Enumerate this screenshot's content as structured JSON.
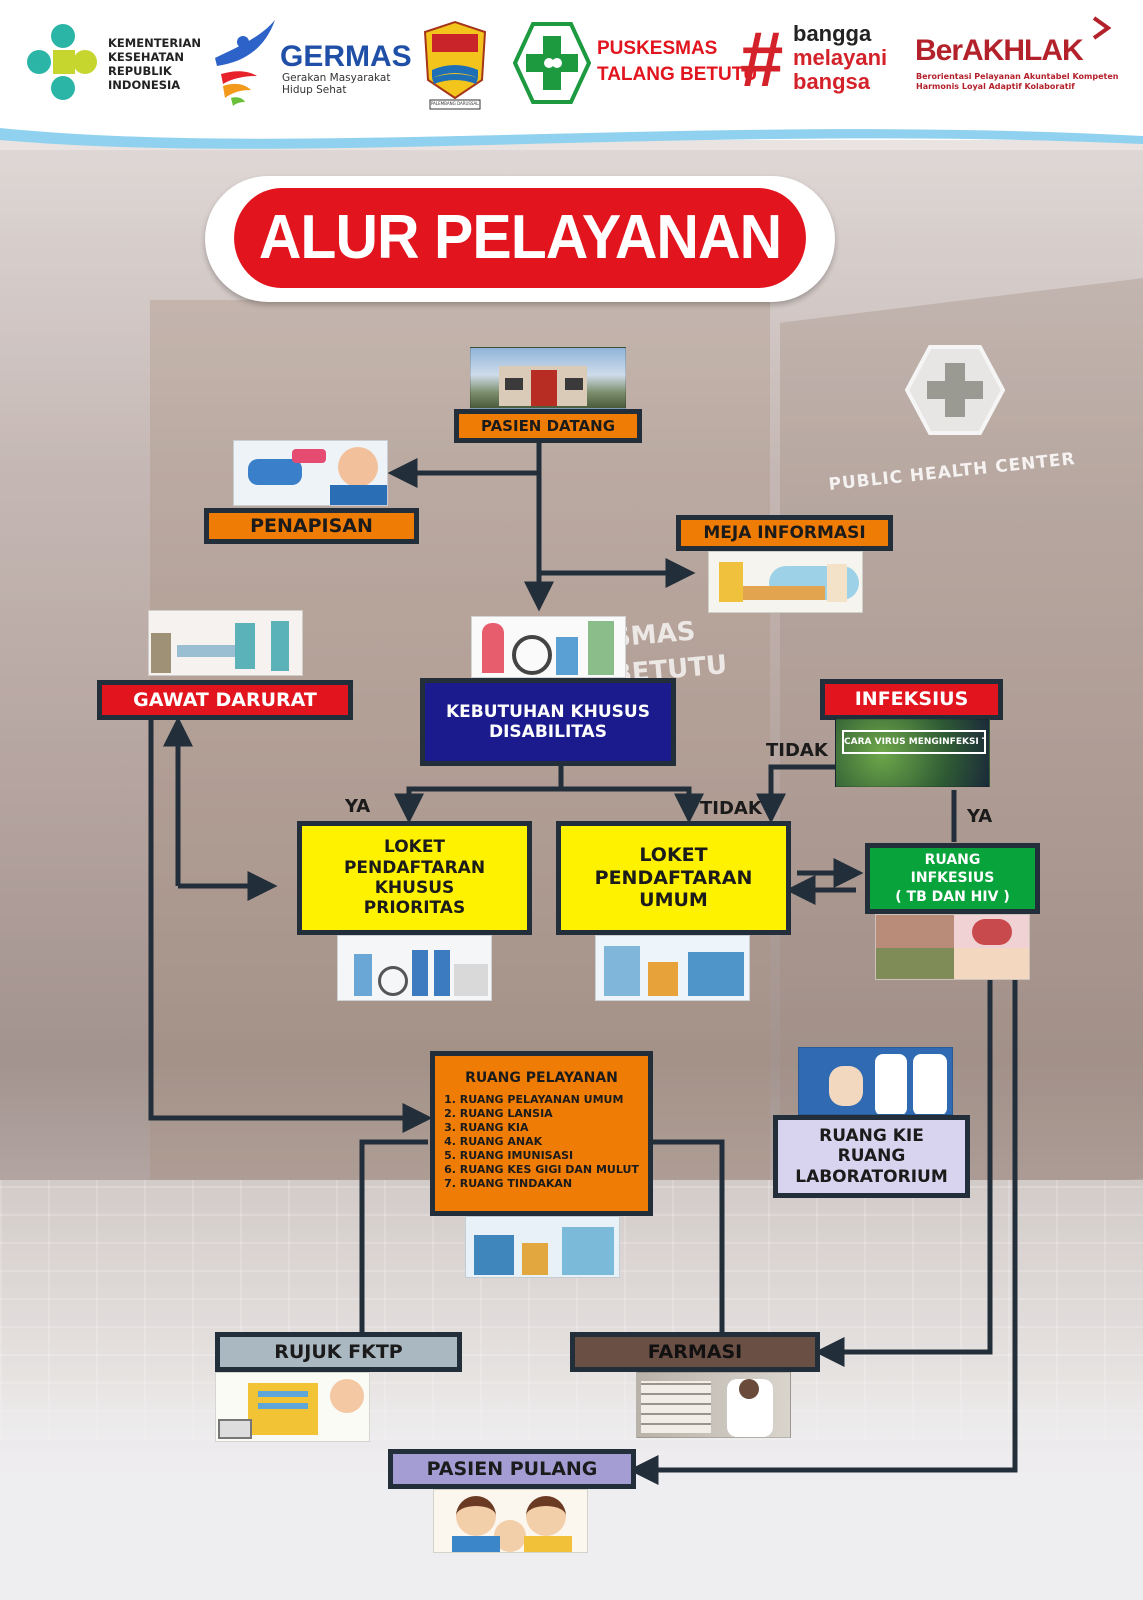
{
  "header": {
    "kemenkes": "KEMENTERIAN\nKESEHATAN\nREPUBLIK\nINDONESIA",
    "germas_title": "GERMAS",
    "germas_sub": "Gerakan Masyarakat\nHidup Sehat",
    "pemda_ribbon": "PALEMBANG DARUSSALAM",
    "puskesmas_line1": "PUSKESMAS",
    "puskesmas_line2": "TALANG BETUTU",
    "bangga_hash": "#",
    "bangga_1": "bangga",
    "bangga_2": "melayani",
    "bangga_3": "bangsa",
    "berakhlak": "BerAKHLAK",
    "berakhlak_sub1": "Berorientasi Pelayanan Akuntabel Kompeten",
    "berakhlak_sub2": "Harmonis Loyal Adaptif Kolaboratif"
  },
  "background": {
    "sign_text": "PUBLIC HEALTH CENTER",
    "building_text1": "SMAS",
    "building_text2": "BETUTU"
  },
  "title": "ALUR PELAYANAN",
  "nodes": {
    "pasien_datang": "PASIEN DATANG",
    "penapisan": "PENAPISAN",
    "meja_informasi": "MEJA INFORMASI",
    "gawat_darurat": "GAWAT DARURAT",
    "kebutuhan_khusus": "KEBUTUHAN KHUSUS\nDISABILITAS",
    "infeksius": "INFEKSIUS",
    "loket_khusus": "LOKET\nPENDAFTARAN\nKHUSUS\nPRIORITAS",
    "loket_umum": "LOKET\nPENDAFTARAN\nUMUM",
    "ruang_infeksius": "RUANG\nINFKESIUS\n( TB DAN HIV )",
    "ruang_pelayanan_title": "RUANG PELAYANAN",
    "ruang_pelayanan_items": [
      "1. RUANG PELAYANAN UMUM",
      "2. RUANG LANSIA",
      "3. RUANG KIA",
      "4. RUANG ANAK",
      "5. RUANG IMUNISASI",
      "6. RUANG KES GIGI DAN MULUT",
      "7. RUANG TINDAKAN"
    ],
    "ruang_kie": "RUANG KIE\nRUANG\nLABORATORIUM",
    "rujuk_fktp": "RUJUK FKTP",
    "farmasi": "FARMASI",
    "pasien_pulang": "PASIEN PULANG"
  },
  "labels": {
    "ya_left": "YA",
    "tidak_mid": "TIDAK",
    "tidak_top": "TIDAK",
    "ya_right": "YA",
    "virus_caption": "CARA VIRUS MENGINFEKSI TUBUH"
  },
  "colors": {
    "red": "#e2141e",
    "orange": "#ef7c04",
    "yellow": "#fff200",
    "navy": "#1b1b8e",
    "green": "#08a33b",
    "arrow": "#222e3a"
  }
}
